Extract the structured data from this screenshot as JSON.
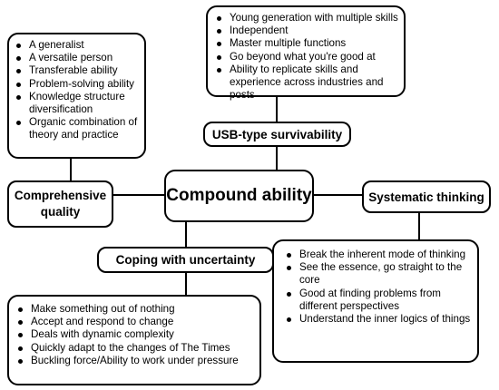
{
  "center": {
    "label": "Compound ability"
  },
  "nodes": {
    "usb": "USB-type survivability",
    "comprehensive": "Comprehensive quality",
    "systematic": "Systematic thinking",
    "uncertainty": "Coping with uncertainty"
  },
  "lists": {
    "usb": [
      "Young generation with multiple skills",
      "Independent",
      "Master multiple functions",
      "Go beyond what you're good at",
      "Ability to replicate skills and experience across industries and posts"
    ],
    "comprehensive": [
      "A generalist",
      "A versatile person",
      "Transferable ability",
      "Problem-solving ability",
      "Knowledge structure diversification",
      "Organic combination of theory and practice"
    ],
    "systematic": [
      "Break the inherent mode of thinking",
      "See the essence, go straight to the core",
      "Good at  finding problems from different perspectives",
      "Understand the inner logics of things"
    ],
    "uncertainty": [
      "Make something out of nothing",
      "Accept and respond to change",
      "Deals with dynamic complexity",
      "Quickly adapt to the changes of The Times",
      "Buckling force/Ability to work under pressure"
    ]
  }
}
